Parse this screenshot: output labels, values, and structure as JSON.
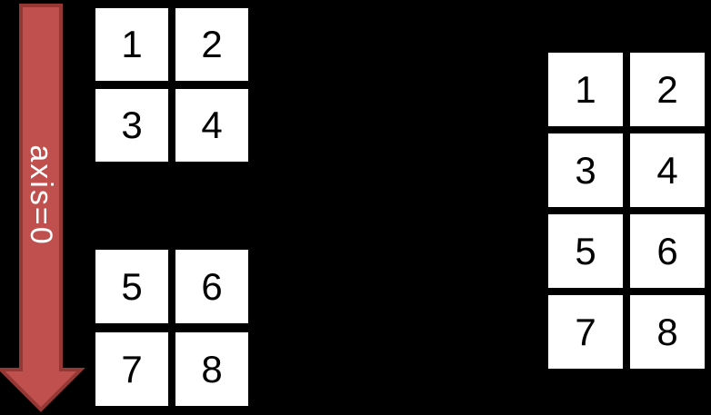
{
  "arrow": {
    "label": "axis=0",
    "fill": "#c0504d",
    "stroke": "#953735",
    "label_color": "#ffffff"
  },
  "colors": {
    "background": "#000000",
    "cell_bg": "#ffffff",
    "cell_text": "#000000"
  },
  "matrices": {
    "input_top": {
      "rows": 2,
      "cols": 2,
      "cells": [
        "1",
        "2",
        "3",
        "4"
      ]
    },
    "input_bottom": {
      "rows": 2,
      "cols": 2,
      "cells": [
        "5",
        "6",
        "7",
        "8"
      ]
    },
    "result": {
      "rows": 4,
      "cols": 2,
      "cells": [
        "1",
        "2",
        "3",
        "4",
        "5",
        "6",
        "7",
        "8"
      ]
    }
  }
}
